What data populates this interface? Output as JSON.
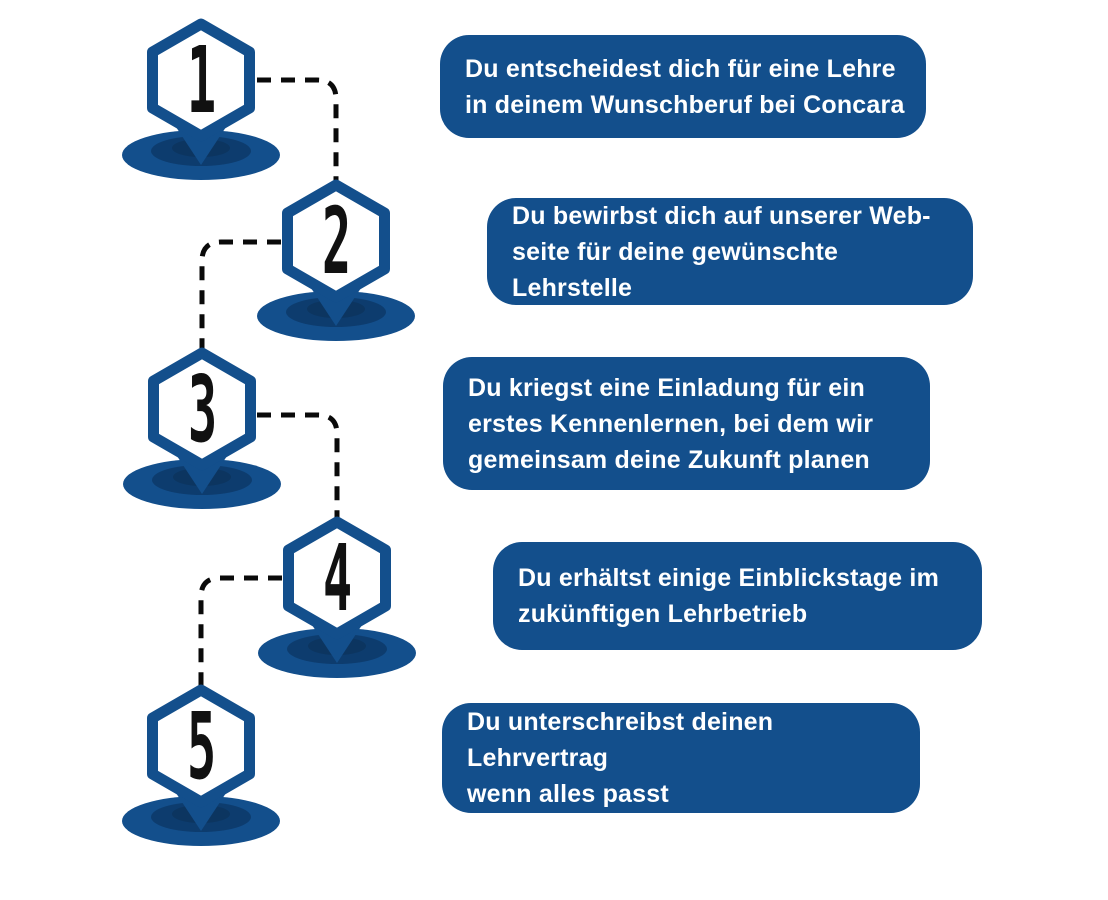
{
  "theme": {
    "primary_blue": "#134f8c",
    "shadow_mid_blue": "#0d3c6e",
    "shadow_core_blue": "#0c3560",
    "dash_color": "#0a0a0a",
    "number_color": "#111111",
    "card_text_color": "#ffffff",
    "hexagon_fill": "#ffffff"
  },
  "diagram": {
    "type": "numbered-step-flow",
    "step_count": 5
  },
  "steps": [
    {
      "number": "1",
      "text": "Du entscheidest dich für eine Lehre\nin deinem Wunschberuf bei Concara"
    },
    {
      "number": "2",
      "text": "Du bewirbst dich auf unserer Web-\nseite für deine gewünschte Lehrstelle"
    },
    {
      "number": "3",
      "text": "Du kriegst eine Einladung für ein\nerstes Kennenlernen, bei dem wir\ngemeinsam deine Zukunft planen"
    },
    {
      "number": "4",
      "text": "Du erhältst einige Einblickstage im\nzukünftigen Lehrbetrieb"
    },
    {
      "number": "5",
      "text": "Du unterschreibst deinen Lehrvertrag\nwenn alles passt"
    }
  ]
}
